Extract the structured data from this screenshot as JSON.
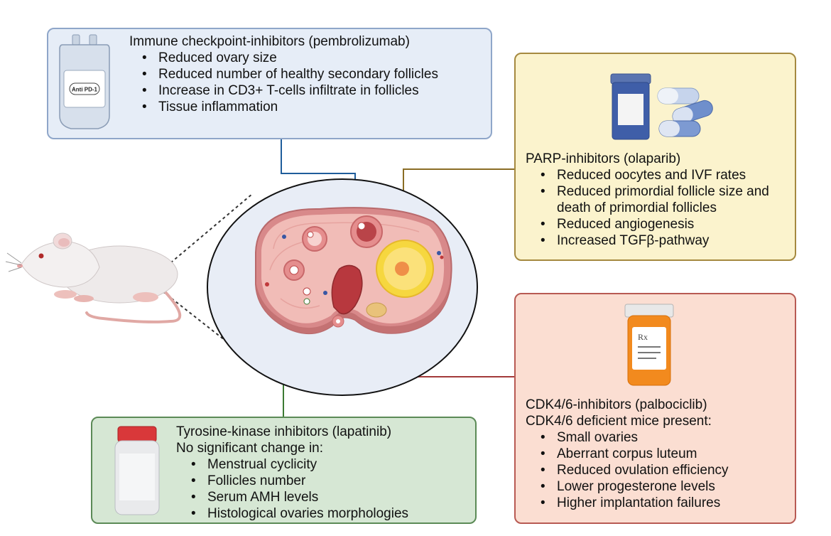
{
  "immune": {
    "title": "Immune checkpoint-inhibitors (pembrolizumab)",
    "bag_label": "Anti PD-1",
    "items": [
      "Reduced ovary size",
      "Reduced number of healthy secondary follicles",
      "Increase in CD3+ T-cells infiltrate in follicles",
      "Tissue inflammation"
    ]
  },
  "parp": {
    "title": "PARP-inhibitors (olaparib)",
    "items": [
      "Reduced oocytes and IVF rates",
      "Reduced primordial follicle size and death of primordial follicles",
      "Reduced angiogenesis",
      "Increased TGFβ-pathway"
    ]
  },
  "cdk": {
    "title": "CDK4/6-inhibitors (palbociclib)",
    "subtitle": "CDK4/6 deficient mice present:",
    "rx_label": "Rx",
    "items": [
      "Small ovaries",
      "Aberrant corpus luteum",
      "Reduced ovulation efficiency",
      "Lower progesterone levels",
      "Higher implantation failures"
    ]
  },
  "tki": {
    "title": "Tyrosine-kinase inhibitors (lapatinib)",
    "subtitle": "No significant change in:",
    "items": [
      "Menstrual cyclicity",
      "Follicles number",
      "Serum AMH levels",
      "Histological ovaries morphologies"
    ]
  },
  "colors": {
    "immune_fill": "#e6edf7",
    "immune_border": "#8fa6c9",
    "immune_line": "#1f5d9b",
    "parp_fill": "#fbf3cd",
    "parp_border": "#a5893f",
    "parp_line": "#8a6d25",
    "cdk_fill": "#fbded2",
    "cdk_border": "#b85a53",
    "cdk_line": "#a33a3a",
    "tki_fill": "#d6e7d4",
    "tki_border": "#5b8a56",
    "tki_line": "#3c7a33"
  }
}
